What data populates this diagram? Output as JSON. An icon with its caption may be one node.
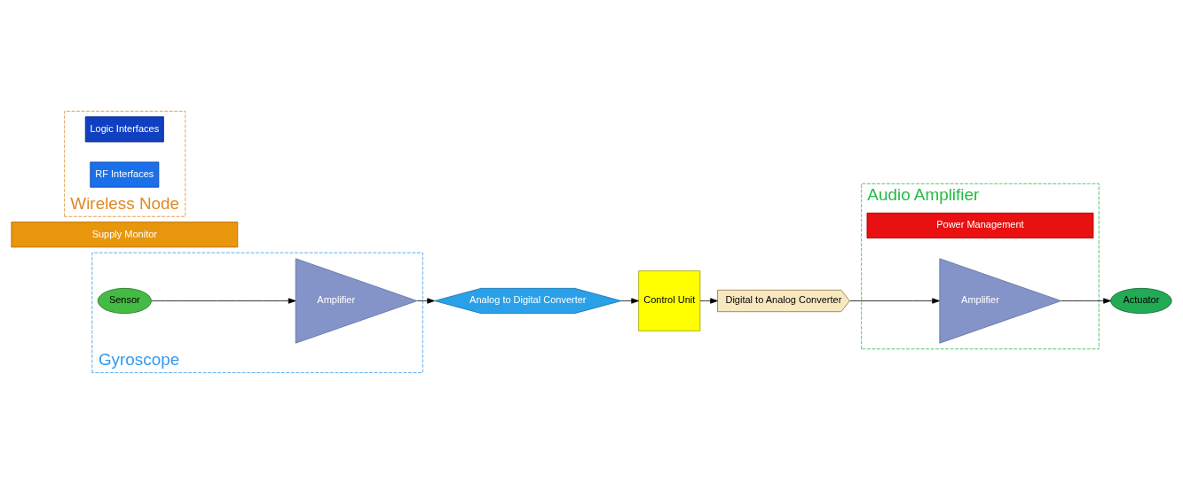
{
  "diagram": {
    "nodes": [
      {
        "text": [
          "Audio Amplifier"
        ]
      },
      {
        "text": [
          "Supply Monitor"
        ]
      },
      {
        "text": [
          "Power Management"
        ],
        "in": 0
      },
      {
        "text": [
          "Gyroscope"
        ]
      },
      {
        "text": [
          "Wireless Node"
        ]
      },
      {
        "text": [
          "Sensor"
        ],
        "in": 3
      },
      {
        "text": [
          "Amplifier"
        ],
        "in": 3
      },
      {
        "text": [
          "Analog to Digital Converter"
        ]
      },
      {
        "text": [
          "Control Unit"
        ]
      },
      {
        "text": [
          "Digital to Analog Converter"
        ]
      },
      {
        "text": [
          "Amplifier"
        ],
        "in": 0
      },
      {
        "text": [
          "Actuator"
        ]
      },
      {
        "text": [
          "Logic Interfaces"
        ],
        "in": 4
      },
      {
        "text": [
          "RF Interfaces"
        ],
        "in": 4
      }
    ],
    "edges": [
      {
        "from": 5,
        "to": 6,
        "arrow": "to"
      },
      {
        "from": 6,
        "to": 7,
        "arrow": "to"
      },
      {
        "from": 7,
        "to": 8,
        "arrow": "to"
      },
      {
        "from": 8,
        "to": 9,
        "arrow": "to"
      },
      {
        "from": 9,
        "to": 10,
        "arrow": "to"
      },
      {
        "from": 10,
        "to": 11,
        "arrow": "to"
      }
    ]
  }
}
